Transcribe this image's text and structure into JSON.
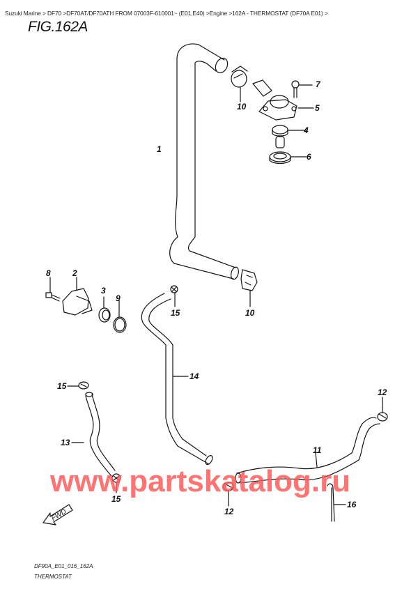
{
  "breadcrumb": {
    "items": [
      "Suzuki Marine",
      "DF70",
      "DF70AT/DF70ATH FROM 07003F-610001~ (E01,E40)",
      "Engine",
      "162A - THERMOSTAT (DF70A E01)"
    ],
    "separator": " > "
  },
  "figure": {
    "title": "FIG.162A",
    "code": "DF90A_E01_016_162A",
    "name": "THERMOSTAT"
  },
  "watermark": "www.partskatalog.ru",
  "fwd_label": "FWD",
  "callouts": [
    {
      "id": "1",
      "label": "1"
    },
    {
      "id": "2",
      "label": "2"
    },
    {
      "id": "3",
      "label": "3"
    },
    {
      "id": "4",
      "label": "4"
    },
    {
      "id": "5",
      "label": "5"
    },
    {
      "id": "6",
      "label": "6"
    },
    {
      "id": "7",
      "label": "7"
    },
    {
      "id": "8",
      "label": "8"
    },
    {
      "id": "9",
      "label": "9"
    },
    {
      "id": "10a",
      "label": "10"
    },
    {
      "id": "10b",
      "label": "10"
    },
    {
      "id": "11",
      "label": "11"
    },
    {
      "id": "12a",
      "label": "12"
    },
    {
      "id": "12b",
      "label": "12"
    },
    {
      "id": "13",
      "label": "13"
    },
    {
      "id": "14",
      "label": "14"
    },
    {
      "id": "15a",
      "label": "15"
    },
    {
      "id": "15b",
      "label": "15"
    },
    {
      "id": "15c",
      "label": "15"
    },
    {
      "id": "16",
      "label": "16"
    }
  ],
  "colors": {
    "line": "#111111",
    "watermark": "#ff5a5a"
  }
}
